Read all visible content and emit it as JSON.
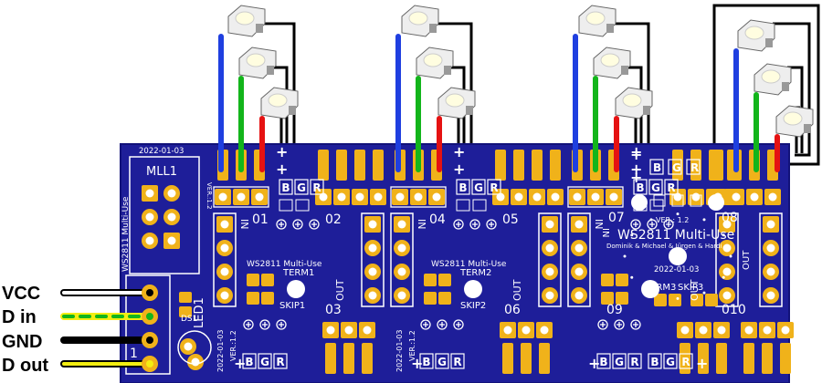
{
  "colors": {
    "board": "#1e1e99",
    "board_edge": "#12127a",
    "pad": "#f0b21a",
    "pad_dark": "#c98c06",
    "silk": "#ffffff",
    "wire_blue": "#1f3fe0",
    "wire_green": "#13b51b",
    "wire_red": "#e51212",
    "wire_black": "#000000",
    "wire_yellow": "#f3ee12",
    "led_body": "#eeeeee"
  },
  "connector_labels": [
    {
      "id": "vcc",
      "text": "VCC"
    },
    {
      "id": "din",
      "text": "D in"
    },
    {
      "id": "gnd",
      "text": "GND"
    },
    {
      "id": "dout",
      "text": "D out"
    }
  ],
  "board_text": {
    "date": "2022-01-03",
    "mll": "MLL1",
    "multi_use_vertical": "WS2811 Multi-Use",
    "ver_vertical": "VER.:1.2",
    "title": "WS2811 Multi-Use",
    "authors": "Dominik & Michael & Jürgen & Hardi",
    "ver_center": "VER.: 1.2",
    "date_center": "2022-01-03",
    "multi_use_small": "WS2811 Multi-Use",
    "in": "IN",
    "out": "OUT",
    "term1": "TERM1",
    "term2": "TERM2",
    "term3": "TERM3",
    "skip1": "SKIP1",
    "skip2": "SKIP2",
    "skip3": "SKIP3",
    "led1": "LED1",
    "ds1": "DS1",
    "num_01": "01",
    "num_02": "02",
    "num_03": "03",
    "num_04": "04",
    "num_05": "05",
    "num_06": "06",
    "num_07": "07",
    "num_08": "08",
    "num_09": "09",
    "num_010": "010",
    "b": "B",
    "g": "G",
    "r": "R",
    "plus": "+",
    "one": "1"
  },
  "led_groups": 4
}
